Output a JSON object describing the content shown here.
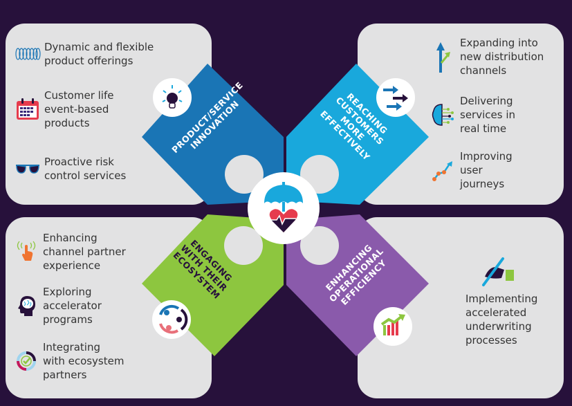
{
  "colors": {
    "background": "#27113b",
    "panel": "#e2e2e3",
    "product_innovation": "#1a75b5",
    "reaching_customers": "#19a8dc",
    "engaging_ecosystem": "#8dc63f",
    "operational_efficiency": "#8a5aab",
    "text": "#333333"
  },
  "center": {
    "icon": "umbrella-heart-icon"
  },
  "tiles": [
    {
      "id": "product-innovation",
      "lines": [
        "PRODUCT/SERVICE",
        "INNOVATION"
      ],
      "icon": "lightbulb-icon"
    },
    {
      "id": "reaching-customers",
      "lines": [
        "REACHING",
        "CUSTOMERS",
        "MORE",
        "EFFECTIVELY"
      ],
      "icon": "arrows-icon"
    },
    {
      "id": "engaging-ecosystem",
      "lines": [
        "ENGAGING",
        "WITH THEIR",
        "ECOSYSTEM"
      ],
      "icon": "people-circle-icon"
    },
    {
      "id": "operational-efficiency",
      "lines": [
        "ENHANCING",
        "OPERATIONAL",
        "EFFICIENCY"
      ],
      "icon": "growth-chart-icon"
    }
  ],
  "panels": {
    "top_left": [
      {
        "icon": "spring-coil-icon",
        "lines": [
          "Dynamic and flexible",
          "product offerings"
        ]
      },
      {
        "icon": "calendar-icon",
        "lines": [
          "Customer life",
          "event-based",
          "products"
        ]
      },
      {
        "icon": "sunglasses-icon",
        "lines": [
          "Proactive risk",
          "control services"
        ]
      }
    ],
    "top_right": [
      {
        "icon": "split-arrow-icon",
        "lines": [
          "Expanding into",
          "new distribution",
          "channels"
        ]
      },
      {
        "icon": "digital-brain-icon",
        "lines": [
          "Delivering",
          "services in",
          "real time"
        ]
      },
      {
        "icon": "trend-line-icon",
        "lines": [
          "Improving",
          "user",
          "journeys"
        ]
      }
    ],
    "bottom_left": [
      {
        "icon": "tap-signal-icon",
        "lines": [
          "Enhancing",
          "channel partner",
          "experience"
        ]
      },
      {
        "icon": "head-brain-icon",
        "lines": [
          "Exploring",
          "accelerator",
          "programs"
        ]
      },
      {
        "icon": "check-cycle-icon",
        "lines": [
          "Integrating",
          "with ecosystem",
          "partners"
        ]
      }
    ],
    "bottom_right": [
      {
        "icon": "signing-hand-icon",
        "lines": [
          "Implementing",
          "accelerated",
          "underwriting",
          "processes"
        ]
      }
    ]
  }
}
